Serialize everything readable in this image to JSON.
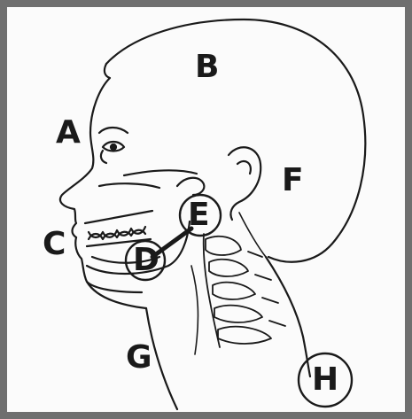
{
  "diagram": {
    "labels": {
      "a": "A",
      "b": "B",
      "c": "C",
      "d": "D",
      "e": "E",
      "f": "F",
      "g": "G",
      "h": "H"
    },
    "colors": {
      "border": "#6f6f6f",
      "ink": "#1a1a1a",
      "background": "#fbfbfb"
    }
  }
}
